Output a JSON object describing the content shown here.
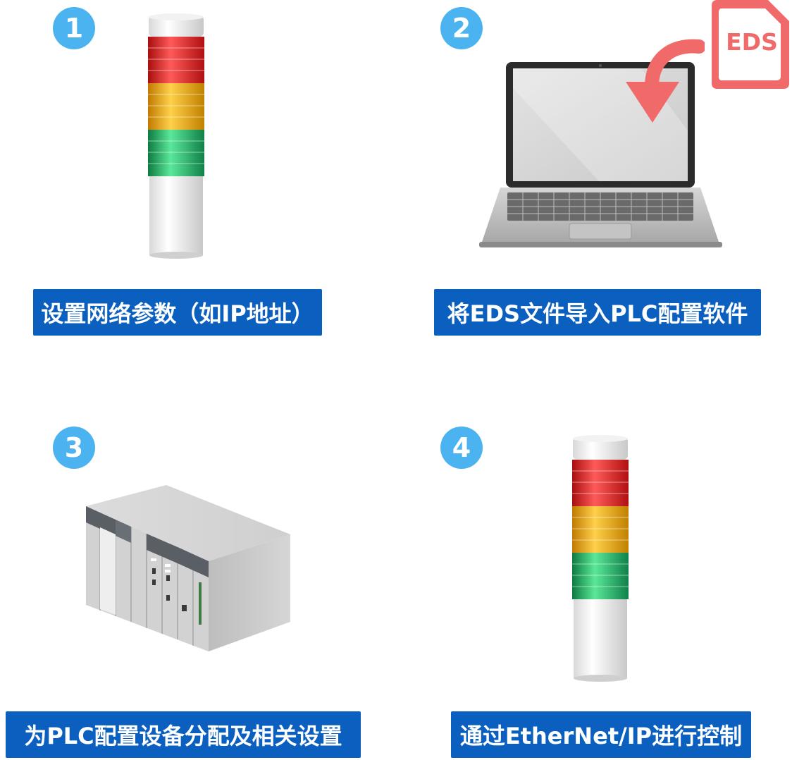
{
  "steps": [
    {
      "number": "1",
      "caption": "设置网络参数（如IP地址）"
    },
    {
      "number": "2",
      "caption": "将EDS文件导入PLC配置软件",
      "file_badge": "EDS"
    },
    {
      "number": "3",
      "caption": "为PLC配置设备分配及相关设置"
    },
    {
      "number": "4",
      "caption": "通过EtherNet/IP进行控制"
    }
  ],
  "colors": {
    "badge": "#4ab3f0",
    "caption_bg": "#0a5fbf",
    "lamp_red": "#d81a1a",
    "lamp_amber": "#e8a010",
    "lamp_green": "#1ea85a",
    "eds_accent": "#f06a6a"
  }
}
